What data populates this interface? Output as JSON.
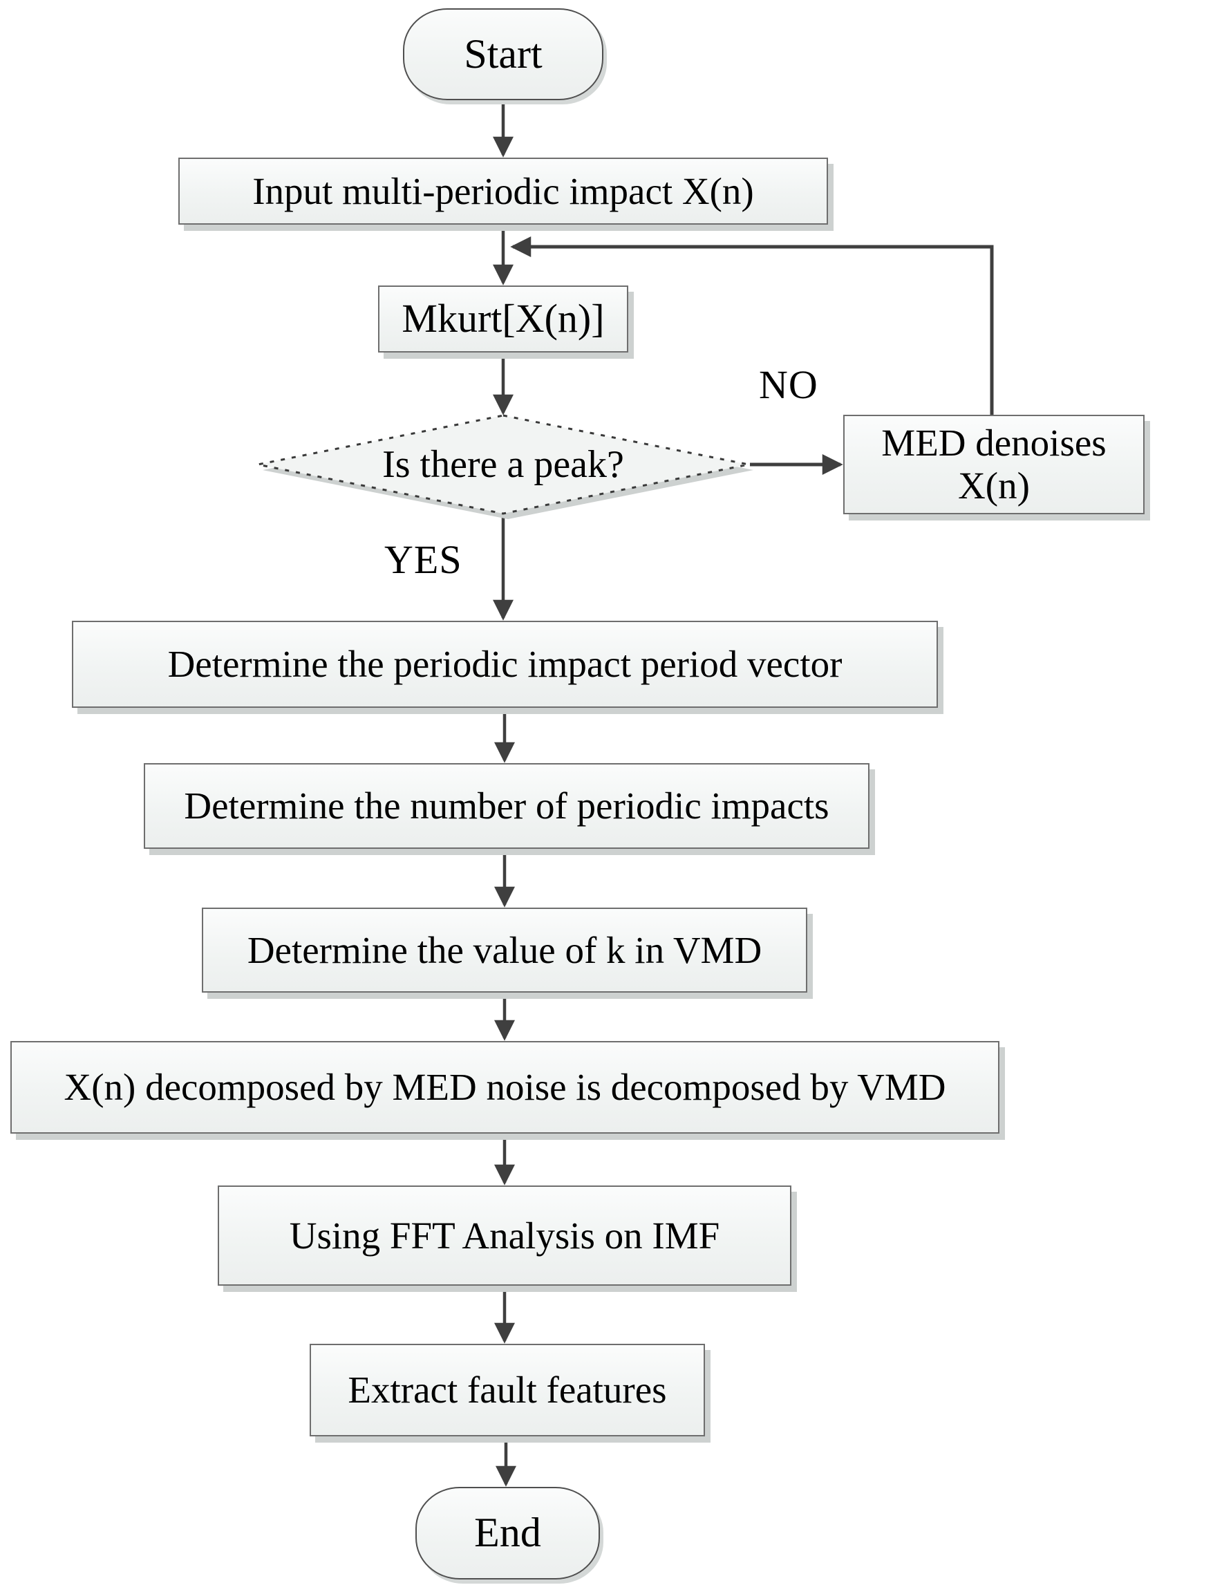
{
  "flowchart": {
    "background": "#ffffff",
    "nodes": {
      "start": {
        "label": "Start",
        "shape": "terminator"
      },
      "input": {
        "label": "Input multi-periodic impact X(n)",
        "shape": "process"
      },
      "mkurt": {
        "label": "Mkurt[X(n)]",
        "shape": "process"
      },
      "peak_decision": {
        "label": "Is there a peak?",
        "shape": "decision"
      },
      "med_denoise": {
        "label": "MED denoises X(n)",
        "shape": "process"
      },
      "period_vector": {
        "label": "Determine the periodic impact period vector",
        "shape": "process"
      },
      "impact_count": {
        "label": "Determine the number of periodic impacts",
        "shape": "process"
      },
      "k_value": {
        "label": "Determine the value of k in VMD",
        "shape": "process"
      },
      "vmd_decomposition": {
        "label": "X(n) decomposed by MED noise is decomposed by VMD",
        "shape": "process"
      },
      "fft_analysis": {
        "label": "Using FFT Analysis on IMF",
        "shape": "process"
      },
      "fault_features": {
        "label": "Extract fault features",
        "shape": "process"
      },
      "end": {
        "label": "End",
        "shape": "terminator"
      }
    },
    "branch_labels": {
      "yes": "YES",
      "no": "NO"
    },
    "colors": {
      "node_fill": "#f2f4f3",
      "node_border": "#6e6e6e",
      "arrow": "#3f3f3f",
      "shadow": "#cdd1d0",
      "text": "#000000"
    }
  }
}
